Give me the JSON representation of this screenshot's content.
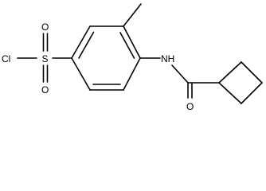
{
  "molecule": {
    "atoms": {
      "chlorine": "Cl",
      "sulfur": "S",
      "oxygen_top": "O",
      "oxygen_bottom": "O",
      "amide_nh": "NH",
      "carbonyl_oxygen": "O"
    }
  },
  "colors": {
    "bond": "#000000",
    "label": "#000000",
    "background": "#ffffff"
  }
}
